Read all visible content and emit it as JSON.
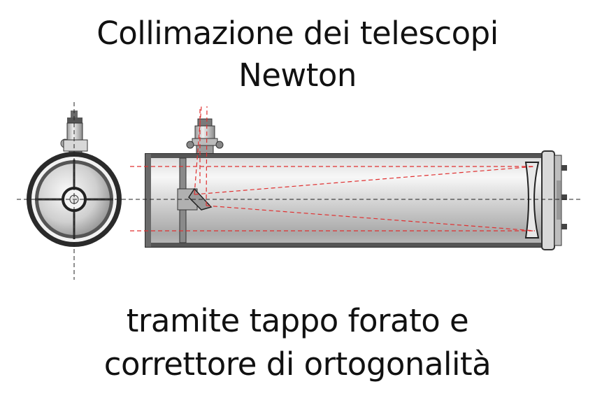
{
  "title": {
    "line1": "Collimazione dei telescopi",
    "line2": "Newton"
  },
  "subtitle": {
    "line1": "tramite tappo forato e",
    "line2": "correttore di ortogonalità"
  },
  "colors": {
    "ray": "#e03030",
    "axis": "#222222",
    "tube_outer": "#4a4a4a",
    "tube_light": "#f4f4f4",
    "tube_mid": "#bfbfbf"
  }
}
